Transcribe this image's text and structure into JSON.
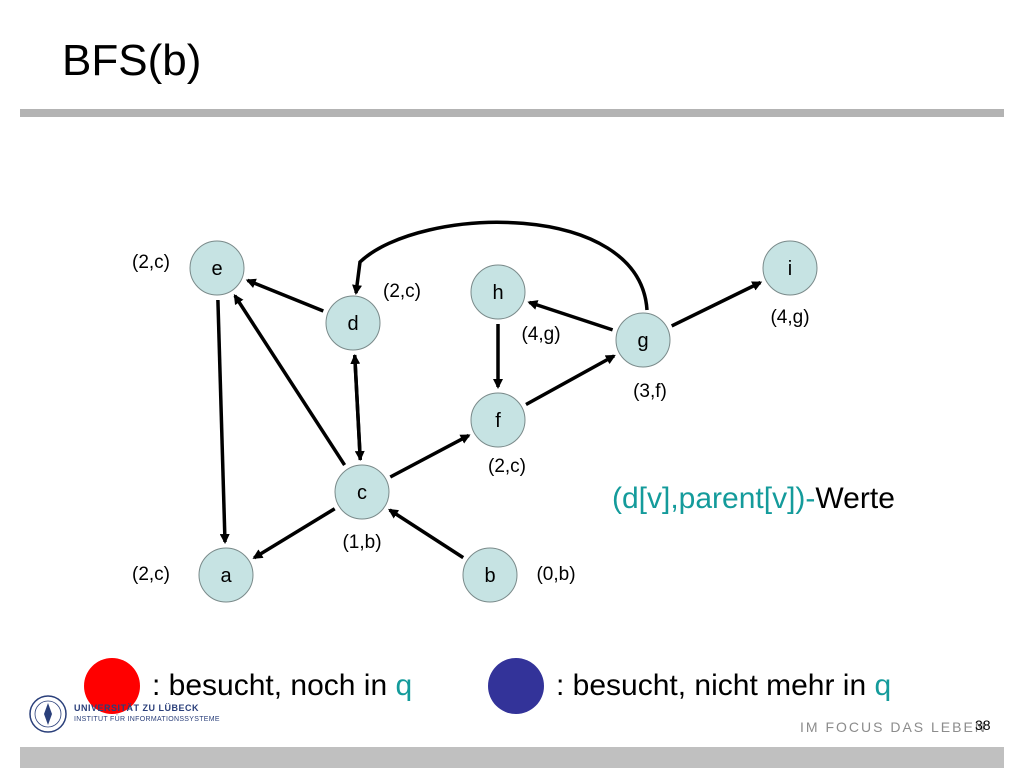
{
  "slide": {
    "title": "BFS(b)",
    "page_number": "38",
    "slogan": "IM FOCUS DAS LEBEN"
  },
  "graph": {
    "nodes": [
      {
        "id": "e",
        "label": "e",
        "annotation": "(2,c)"
      },
      {
        "id": "d",
        "label": "d",
        "annotation": "(2,c)"
      },
      {
        "id": "h",
        "label": "h",
        "annotation": "(4,g)"
      },
      {
        "id": "i",
        "label": "i",
        "annotation": "(4,g)"
      },
      {
        "id": "g",
        "label": "g",
        "annotation": "(3,f)"
      },
      {
        "id": "f",
        "label": "f",
        "annotation": "(2,c)"
      },
      {
        "id": "c",
        "label": "c",
        "annotation": "(1,b)"
      },
      {
        "id": "a",
        "label": "a",
        "annotation": "(2,c)"
      },
      {
        "id": "b",
        "label": "b",
        "annotation": "(0,b)"
      }
    ],
    "edges": [
      {
        "from": "d",
        "to": "e"
      },
      {
        "from": "c",
        "to": "e"
      },
      {
        "from": "e",
        "to": "a"
      },
      {
        "from": "c",
        "to": "d"
      },
      {
        "from": "d",
        "to": "c"
      },
      {
        "from": "c",
        "to": "a"
      },
      {
        "from": "c",
        "to": "f"
      },
      {
        "from": "b",
        "to": "c"
      },
      {
        "from": "h",
        "to": "f"
      },
      {
        "from": "f",
        "to": "g"
      },
      {
        "from": "g",
        "to": "h"
      },
      {
        "from": "g",
        "to": "i"
      },
      {
        "from": "g",
        "to": "d"
      }
    ],
    "node_fill": "#c6e3e3"
  },
  "values_caption": {
    "part1": "(d[v],parent[v])-",
    "part2": "Werte",
    "accent_color": "#149b9b"
  },
  "legend": [
    {
      "color": "#ff0000",
      "text": ": besucht, noch in ",
      "q": "q"
    },
    {
      "color": "#333399",
      "text": ": besucht, nicht mehr in ",
      "q": "q"
    }
  ],
  "logo": {
    "line1": "UNIVERSITÄT ZU LÜBECK",
    "line2": "INSTITUT FÜR INFORMATIONSSYSTEME"
  }
}
